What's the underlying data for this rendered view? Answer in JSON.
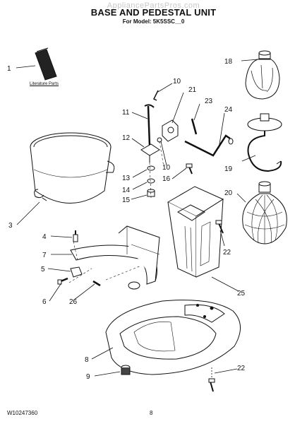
{
  "header": {
    "watermark": "AppliancePartsPros.com",
    "title": "BASE AND PEDESTAL UNIT",
    "subtitle": "For Model: 5K5SSC__0"
  },
  "footer": {
    "doc_number": "W10247360",
    "page_number": "8"
  },
  "literature_label": "Literature Parts",
  "callouts": [
    {
      "id": "c1",
      "text": "1"
    },
    {
      "id": "c18",
      "text": "18"
    },
    {
      "id": "c10a",
      "text": "10"
    },
    {
      "id": "c21",
      "text": "21"
    },
    {
      "id": "c23",
      "text": "23"
    },
    {
      "id": "c11",
      "text": "11"
    },
    {
      "id": "c24",
      "text": "24"
    },
    {
      "id": "c12",
      "text": "12"
    },
    {
      "id": "c19",
      "text": "19"
    },
    {
      "id": "c13",
      "text": "13"
    },
    {
      "id": "c10b",
      "text": "10"
    },
    {
      "id": "c16",
      "text": "16"
    },
    {
      "id": "c14",
      "text": "14"
    },
    {
      "id": "c15",
      "text": "15"
    },
    {
      "id": "c20",
      "text": "20"
    },
    {
      "id": "c3",
      "text": "3"
    },
    {
      "id": "c4",
      "text": "4"
    },
    {
      "id": "c22a",
      "text": "22"
    },
    {
      "id": "c7",
      "text": "7"
    },
    {
      "id": "c5",
      "text": "5"
    },
    {
      "id": "c6",
      "text": "6"
    },
    {
      "id": "c26",
      "text": "26"
    },
    {
      "id": "c25",
      "text": "25"
    },
    {
      "id": "c8",
      "text": "8"
    },
    {
      "id": "c9",
      "text": "9"
    },
    {
      "id": "c22b",
      "text": "22"
    }
  ]
}
